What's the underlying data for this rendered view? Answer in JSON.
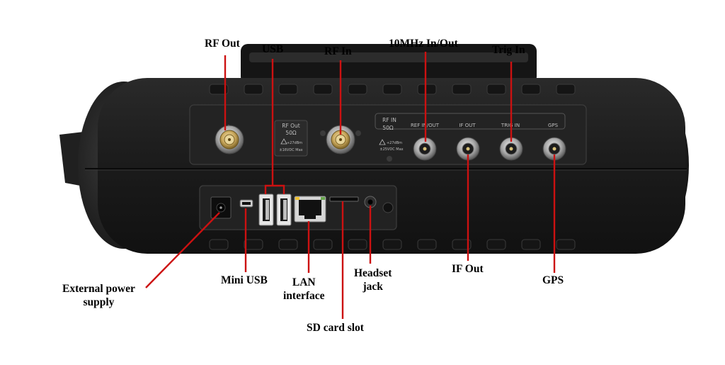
{
  "labels": {
    "rf_out": "RF Out",
    "usb": "USB",
    "rf_in": "RF In",
    "ref_10mhz": "10MHz In/Out",
    "trig_in": "Trig In",
    "ext_power_l1": "External power",
    "ext_power_l2": "supply",
    "mini_usb": "Mini USB",
    "lan_l1": "LAN",
    "lan_l2": "interface",
    "headset_l1": "Headset",
    "headset_l2": "jack",
    "sd_card": "SD card slot",
    "if_out": "IF Out",
    "gps": "GPS"
  },
  "panel": {
    "rf_out_l1": "RF Out",
    "rf_out_l2": "50Ω",
    "rf_out_l3": "+27dBm",
    "rf_out_l4": "±16VDC Max",
    "rf_in_l1": "RF  IN",
    "rf_in_l2": "50Ω",
    "rf_in_l3": "+27dBm",
    "rf_in_l4": "±25VDC Max",
    "ref_inout": "REF IN/OUT",
    "if_out": "IF OUT",
    "trig_in": "TRIG IN",
    "gps": "GPS"
  },
  "colors": {
    "leader": "#cc1111",
    "body": "#1b1b1b",
    "panel": "#262626"
  }
}
